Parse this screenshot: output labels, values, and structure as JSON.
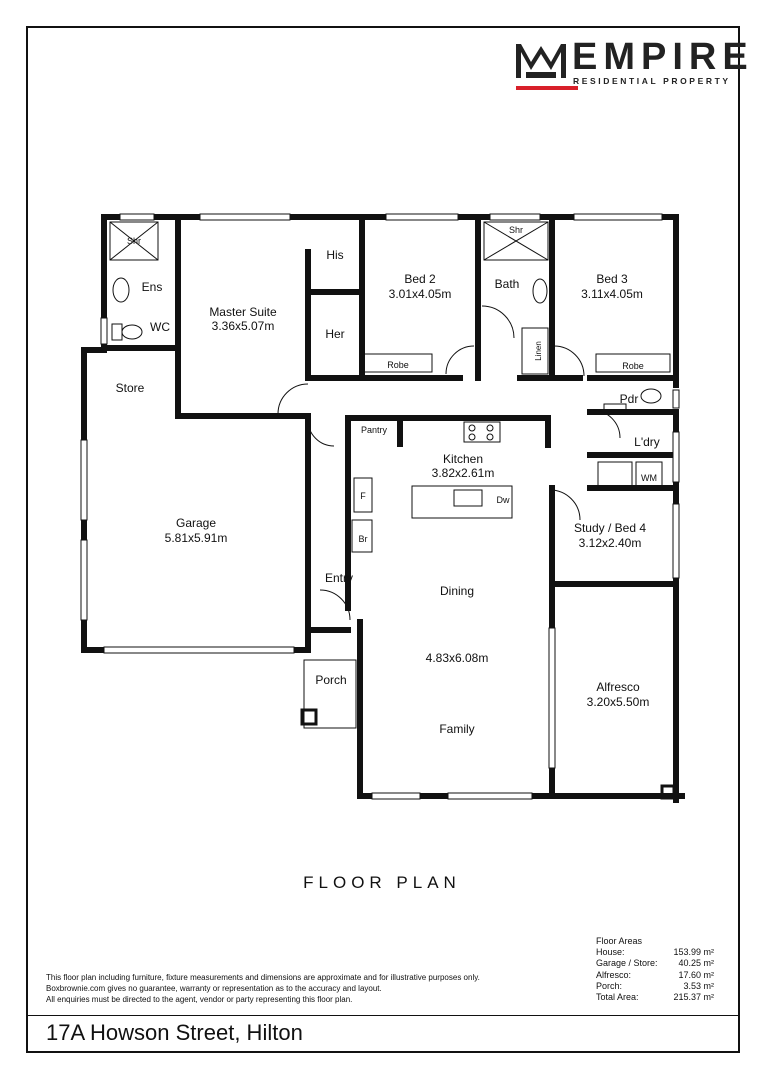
{
  "logo": {
    "brand": "EMPIRE",
    "tagline": "RESIDENTIAL PROPERTY",
    "accent_color": "#d8202a",
    "icon": "crown-icon"
  },
  "rooms": {
    "shr_ens": "Shr",
    "ens": "Ens",
    "wc": "WC",
    "master_name": "Master Suite",
    "master_size": "3.36x5.07m",
    "his": "His",
    "her": "Her",
    "bed2_name": "Bed 2",
    "bed2_size": "3.01x4.05m",
    "robe2": "Robe",
    "shr_bath": "Shr",
    "bath": "Bath",
    "linen": "Linen",
    "bed3_name": "Bed 3",
    "bed3_size": "3.11x4.05m",
    "robe3": "Robe",
    "store": "Store",
    "garage_name": "Garage",
    "garage_size": "5.81x5.91m",
    "pantry": "Pantry",
    "kitchen_name": "Kitchen",
    "kitchen_size": "3.82x2.61m",
    "fridge": "F",
    "dw": "Dw",
    "br": "Br",
    "pdr": "Pdr",
    "ldry": "L'dry",
    "wm": "WM",
    "study_name": "Study / Bed 4",
    "study_size": "3.12x2.40m",
    "entry": "Entry",
    "dining": "Dining",
    "dining_size": "4.83x6.08m",
    "family": "Family",
    "porch": "Porch",
    "alfresco_name": "Alfresco",
    "alfresco_size": "3.20x5.50m"
  },
  "plan_title": "FLOOR PLAN",
  "floor_areas": {
    "heading": "Floor Areas",
    "rows": [
      {
        "label": "House:",
        "value": "153.99 m²"
      },
      {
        "label": "Garage / Store:",
        "value": "40.25 m²"
      },
      {
        "label": "Alfresco:",
        "value": "17.60 m²"
      },
      {
        "label": "Porch:",
        "value": "3.53 m²"
      },
      {
        "label": "Total Area:",
        "value": "215.37 m²"
      }
    ]
  },
  "disclaimer": {
    "line1": "This floor plan including furniture, fixture measurements and dimensions are approximate and for illustrative purposes only.",
    "line2": "Boxbrownie.com gives no guarantee, warranty or representation as to the accuracy and layout.",
    "line3": "All enquiries must be directed to the agent, vendor or party representing this floor plan."
  },
  "address": "17A Howson Street, Hilton"
}
